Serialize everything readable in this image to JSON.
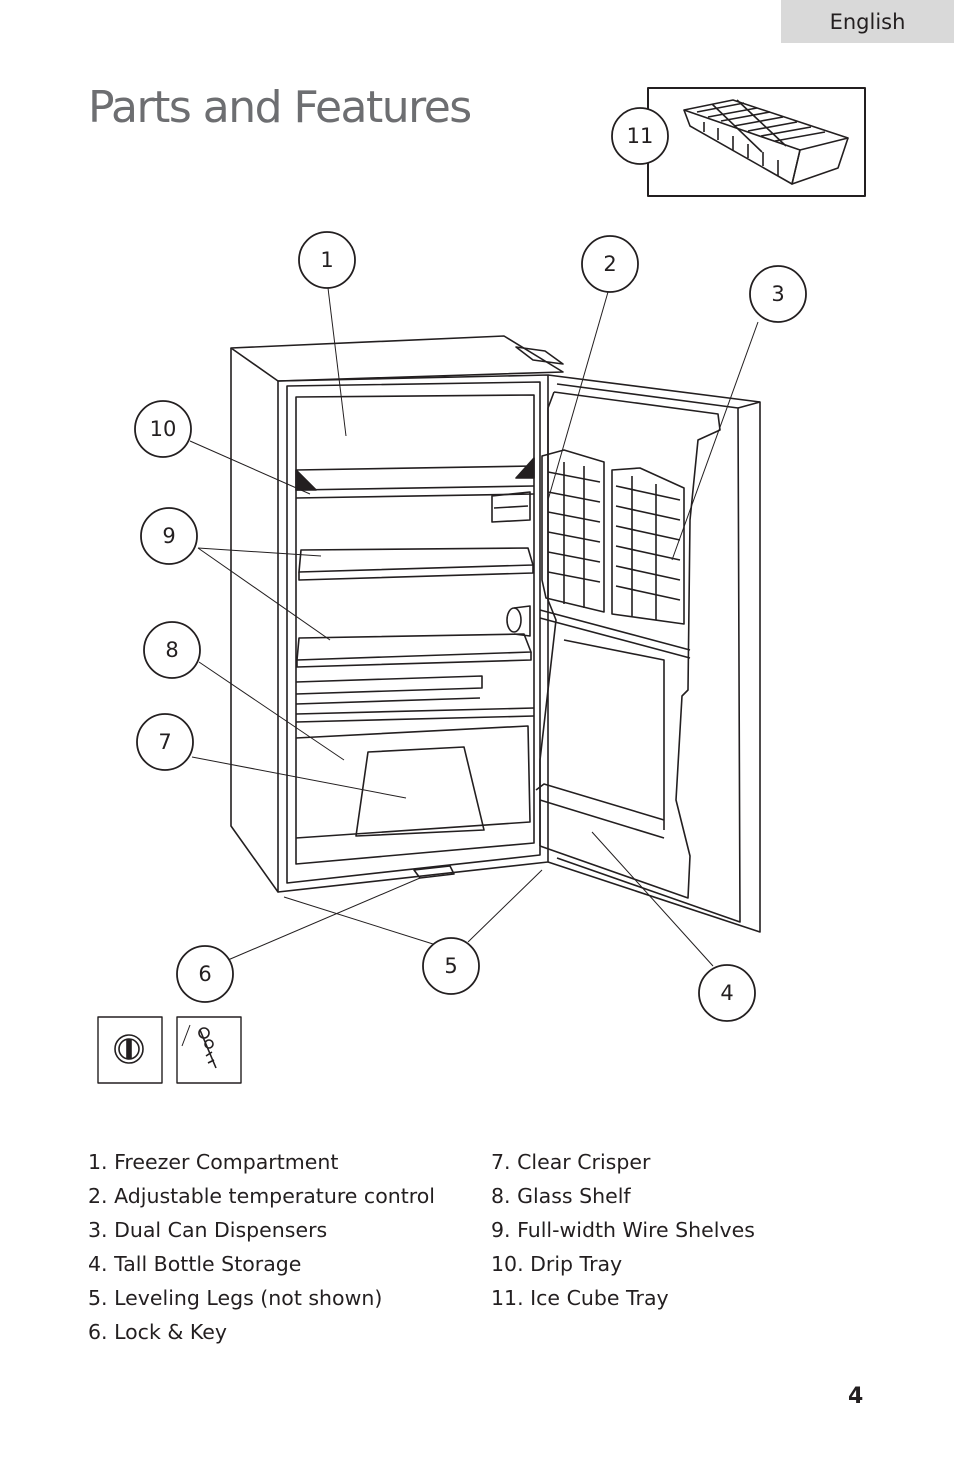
{
  "header": {
    "language": "English"
  },
  "page": {
    "title": "Parts and Features",
    "page_number": "4"
  },
  "callouts": {
    "c1": "1",
    "c2": "2",
    "c3": "3",
    "c4": "4",
    "c5": "5",
    "c6": "6",
    "c7": "7",
    "c8": "8",
    "c9": "9",
    "c10": "10",
    "c11": "11"
  },
  "parts_left": [
    "1. Freezer Compartment",
    "2. Adjustable temperature control",
    "3. Dual Can Dispensers",
    "4. Tall Bottle Storage",
    "5. Leveling Legs (not shown)",
    "6. Lock & Key"
  ],
  "parts_right": [
    "7. Clear Crisper",
    "8. Glass Shelf",
    "9. Full-width Wire Shelves",
    "10. Drip Tray",
    "11. Ice Cube Tray"
  ],
  "colors": {
    "tab_background": "#d9d9d9",
    "title_gray": "#6d6e71",
    "ink": "#231f20"
  }
}
